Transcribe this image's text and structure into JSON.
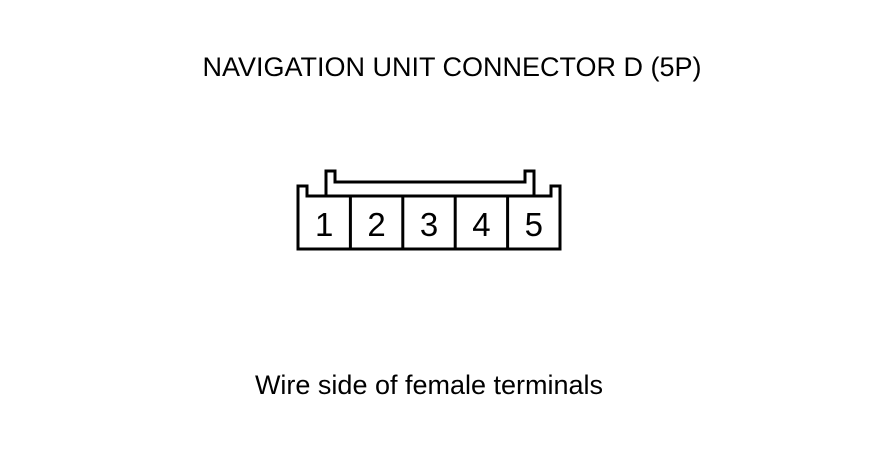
{
  "diagram": {
    "title": "NAVIGATION UNIT CONNECTOR D (5P)",
    "caption": "Wire side of female terminals",
    "pins": [
      "1",
      "2",
      "3",
      "4",
      "5"
    ]
  },
  "colors": {
    "line": "#000000",
    "background": "#ffffff"
  }
}
